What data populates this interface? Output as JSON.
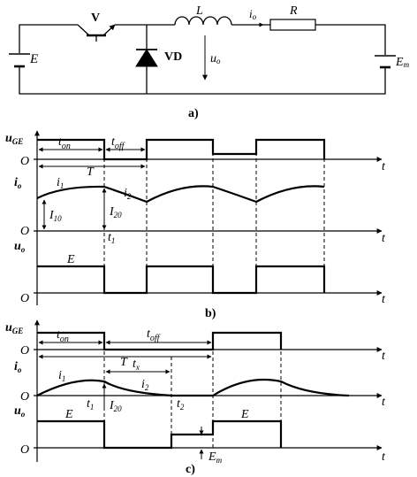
{
  "circuit": {
    "source_label": "E",
    "switch_label": "V",
    "inductor_label": "L",
    "current_label": "i",
    "current_sub": "o",
    "resistor_label": "R",
    "diode_label": "VD",
    "voltage_label": "u",
    "voltage_sub": "o",
    "emf_label": "E",
    "emf_sub": "m",
    "caption": "a)"
  },
  "panel_b": {
    "caption": "b)",
    "ugc_main": "u",
    "ugc_sub": "GE",
    "io_main": "i",
    "io_sub": "o",
    "uo_main": "u",
    "uo_sub": "o",
    "origin": "O",
    "t_axis": "t",
    "t_on_main": "t",
    "t_on_sub": "on",
    "t_off_main": "t",
    "t_off_sub": "off",
    "period": "T",
    "i1_main": "i",
    "i1_sub": "1",
    "i2_main": "i",
    "i2_sub": "2",
    "I10_main": "I",
    "I10_sub": "10",
    "I20_main": "I",
    "I20_sub": "20",
    "t1_main": "t",
    "t1_sub": "1",
    "E_label": "E"
  },
  "panel_c": {
    "caption": "c)",
    "ugc_main": "u",
    "ugc_sub": "GE",
    "io_main": "i",
    "io_sub": "o",
    "uo_main": "u",
    "uo_sub": "o",
    "origin": "O",
    "t_axis": "t",
    "t_on_main": "t",
    "t_on_sub": "on",
    "t_off_main": "t",
    "t_off_sub": "off",
    "period": "T",
    "tx_main": "t",
    "tx_sub": "x",
    "i1_main": "i",
    "i1_sub": "1",
    "i2_main": "i",
    "i2_sub": "2",
    "I20_main": "I",
    "I20_sub": "20",
    "t1_main": "t",
    "t1_sub": "1",
    "t2_main": "t",
    "t2_sub": "2",
    "E_label_1": "E",
    "E_label_2": "E",
    "Em_main": "E",
    "Em_sub": "m"
  }
}
